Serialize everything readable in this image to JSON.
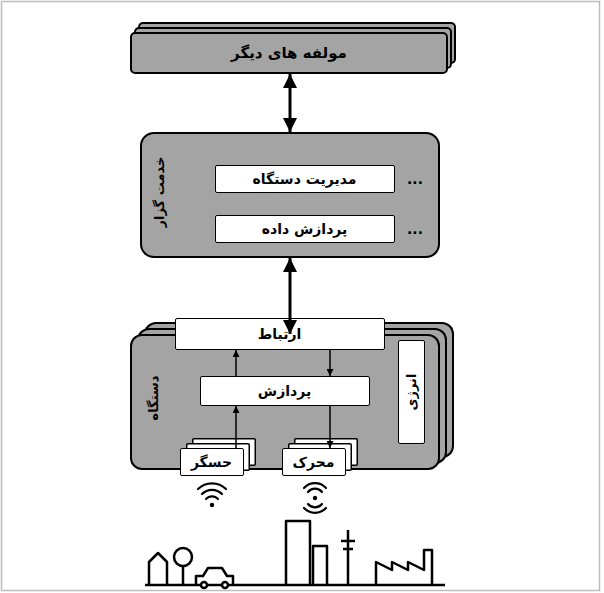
{
  "diagram": {
    "nodes": [
      {
        "text": [
          "مولفه های دیگر"
        ]
      },
      {
        "text": [
          "خدمت گزار"
        ]
      },
      {
        "text": [
          "مدیریت دستگاه"
        ],
        "in": 1
      },
      {
        "text": [
          "پردازش داده"
        ],
        "in": 1
      },
      {
        "text": [
          "دستگاه"
        ]
      },
      {
        "text": [
          "ارتباط"
        ],
        "in": 4
      },
      {
        "text": [
          "پردازش"
        ],
        "in": 4
      },
      {
        "text": [
          "انرژی"
        ],
        "in": 4
      },
      {
        "text": [
          "حسگر"
        ],
        "in": 4
      },
      {
        "text": [
          "محرک"
        ],
        "in": 4
      }
    ],
    "edges": [
      {
        "from": 0,
        "to": 1,
        "arrow": "both"
      },
      {
        "from": 1,
        "to": 4,
        "arrow": "both"
      },
      {
        "from": 5,
        "to": 6,
        "arrow": "to"
      },
      {
        "from": 6,
        "to": 5,
        "arrow": "to"
      },
      {
        "from": 8,
        "to": 6,
        "arrow": "to"
      },
      {
        "from": 6,
        "to": 9,
        "arrow": "to"
      }
    ],
    "labels": [
      "...",
      "..."
    ]
  }
}
